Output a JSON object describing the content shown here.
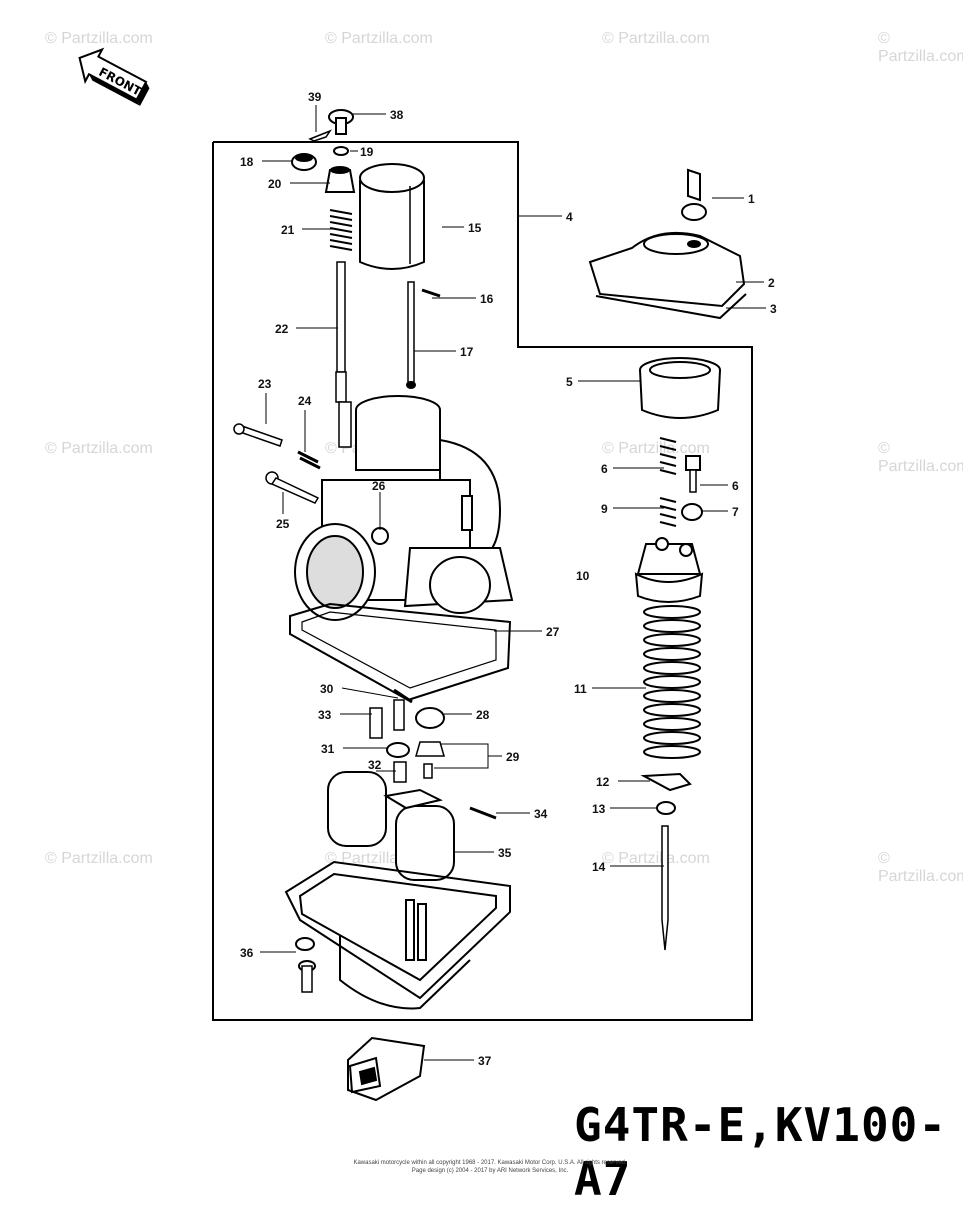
{
  "watermarks": [
    "© Partzilla.com",
    "© Partzilla.com",
    "© Partzilla.com",
    "© Partzilla.com",
    "© Partzilla.com",
    "© Partzilla.com",
    "© Partzilla.com",
    "© Partzilla.com",
    "© Partzilla.com",
    "© Partzilla.com",
    "© Partzilla.com",
    "© Partzilla.com"
  ],
  "front_label": "FRONT",
  "model_code": "G4TR-E,KV100-A7",
  "copyright_lines": [
    "Kawasaki motorcycle within all copyright 1968 - 2017. Kawasaki Motor Corp. U.S.A. All rights reserved.",
    "Page design (c) 2004 - 2017 by ARI Network Services, Inc."
  ],
  "callouts": {
    "c1": "1",
    "c2": "2",
    "c3": "3",
    "c4": "4",
    "c5": "5",
    "c6a": "6",
    "c6b": "6",
    "c7": "7",
    "c9": "9",
    "c10": "10",
    "c11": "11",
    "c12": "12",
    "c13": "13",
    "c14": "14",
    "c15": "15",
    "c16": "16",
    "c17": "17",
    "c18": "18",
    "c19": "19",
    "c20": "20",
    "c21": "21",
    "c22": "22",
    "c23": "23",
    "c24": "24",
    "c25": "25",
    "c26": "26",
    "c27": "27",
    "c28": "28",
    "c29": "29",
    "c30": "30",
    "c31": "31",
    "c32": "32",
    "c33": "33",
    "c34": "34",
    "c35": "35",
    "c36": "36",
    "c37": "37",
    "c38": "38",
    "c39": "39"
  }
}
